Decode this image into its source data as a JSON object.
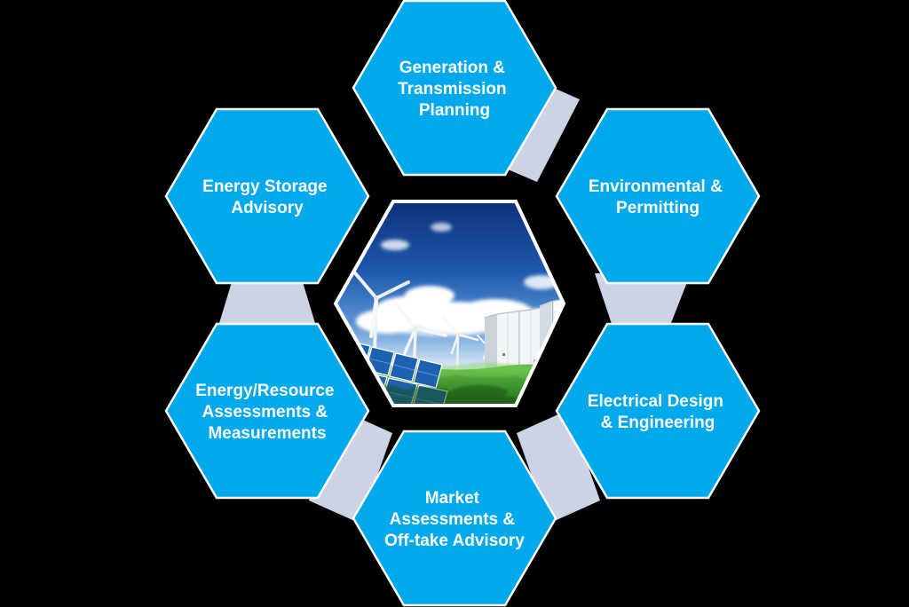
{
  "title": "Energy services hexagon diagram",
  "colors": {
    "background": "#000000",
    "hexagon_fill": "#00A8EC",
    "hexagon_border": "#FFFFFF",
    "connector_fill": "#CDD2E4",
    "label_color": "#FFFFFF"
  },
  "center_image": {
    "name": "renewable-energy-photo",
    "description": "Wind turbines, solar panels and battery storage containers on green grass under a blue sky"
  },
  "hexagons": [
    {
      "id": "generation-transmission-planning",
      "lines": [
        "Generation &",
        "Transmission",
        "Planning"
      ]
    },
    {
      "id": "energy-storage-advisory",
      "lines": [
        "Energy Storage",
        "Advisory"
      ]
    },
    {
      "id": "environmental-permitting",
      "lines": [
        "Environmental &",
        "Permitting"
      ]
    },
    {
      "id": "energy-resource-assessments-measurements",
      "lines": [
        "Energy/Resource",
        "Assessments &",
        "Measurements"
      ]
    },
    {
      "id": "electrical-design-engineering",
      "lines": [
        "Electrical Design",
        "& Engineering"
      ]
    },
    {
      "id": "market-assessments-off-take-advisory",
      "lines": [
        "Market",
        "Assessments &",
        "Off-take Advisory"
      ]
    }
  ]
}
